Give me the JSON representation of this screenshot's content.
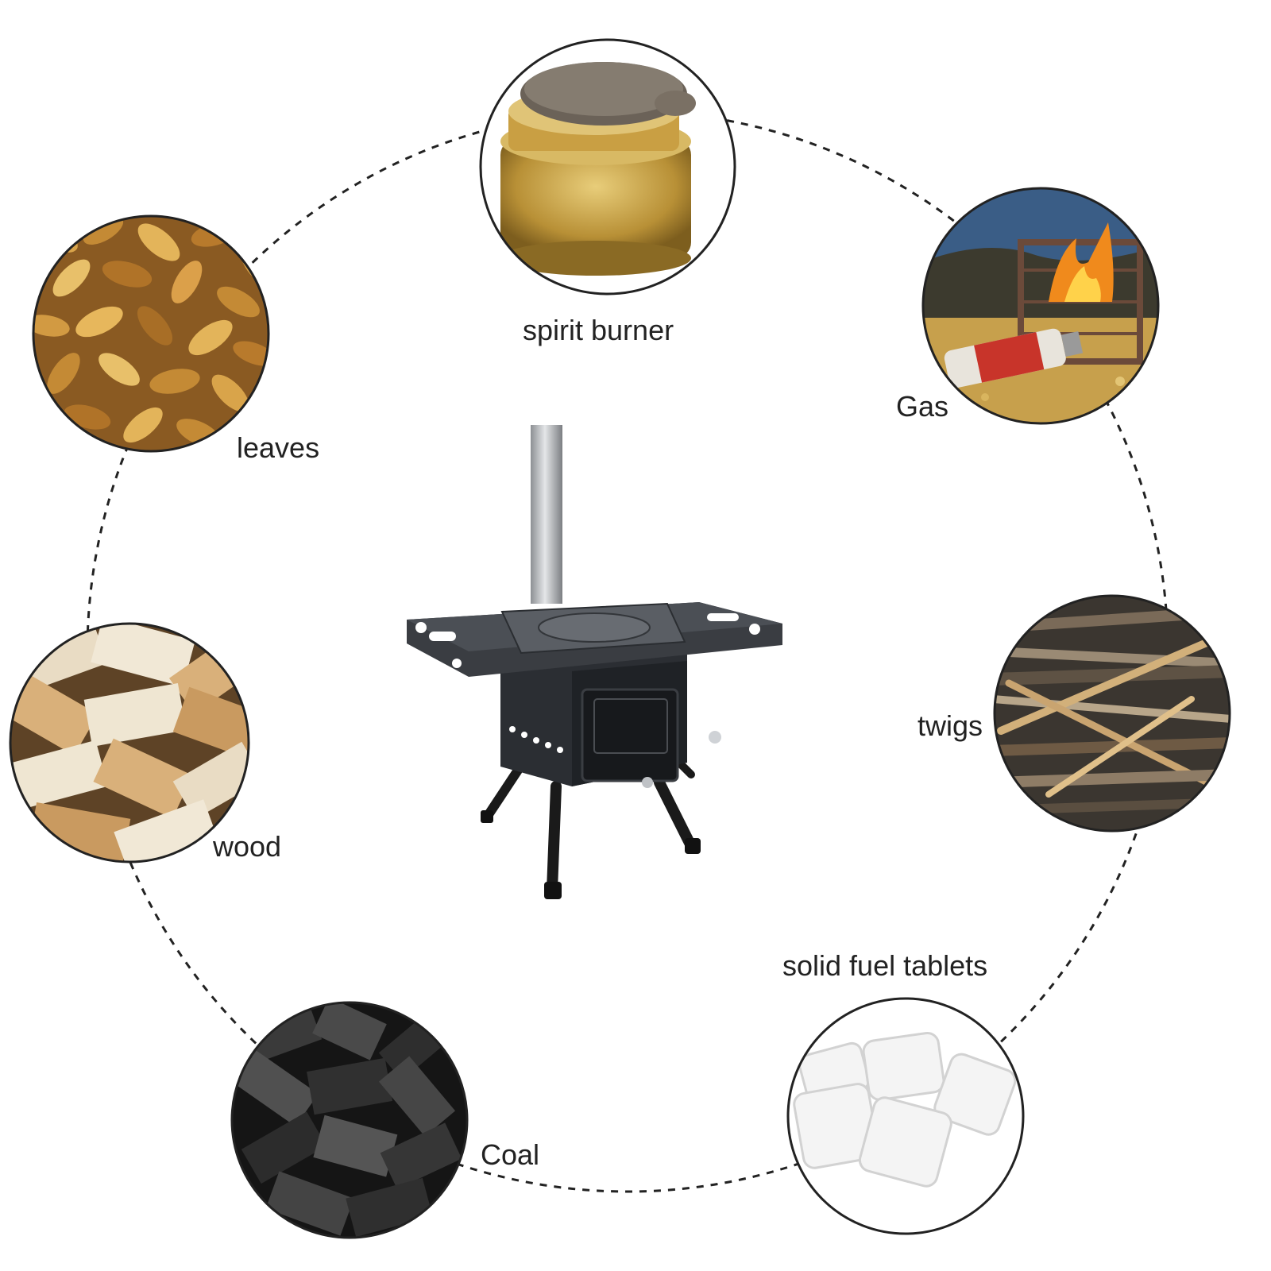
{
  "fuels": [
    {
      "id": "spirit-burner",
      "label": "spirit burner"
    },
    {
      "id": "gas",
      "label": "Gas"
    },
    {
      "id": "leaves",
      "label": "leaves"
    },
    {
      "id": "wood",
      "label": "wood"
    },
    {
      "id": "twigs",
      "label": "twigs"
    },
    {
      "id": "solid-fuel-tablets",
      "label": "solid fuel tablets"
    },
    {
      "id": "coal",
      "label": "Coal"
    }
  ],
  "colors": {
    "ring": "#222222",
    "brass": "#c9a44a",
    "flame": "#f08a1c",
    "leaf": "#c98a2e",
    "wood": "#d9b07a",
    "twig": "#6e5a44",
    "tablet": "#f2f2f2",
    "coal": "#2a2a2a",
    "stove": "#2b2e33",
    "pipe": "#b9bcc0"
  }
}
